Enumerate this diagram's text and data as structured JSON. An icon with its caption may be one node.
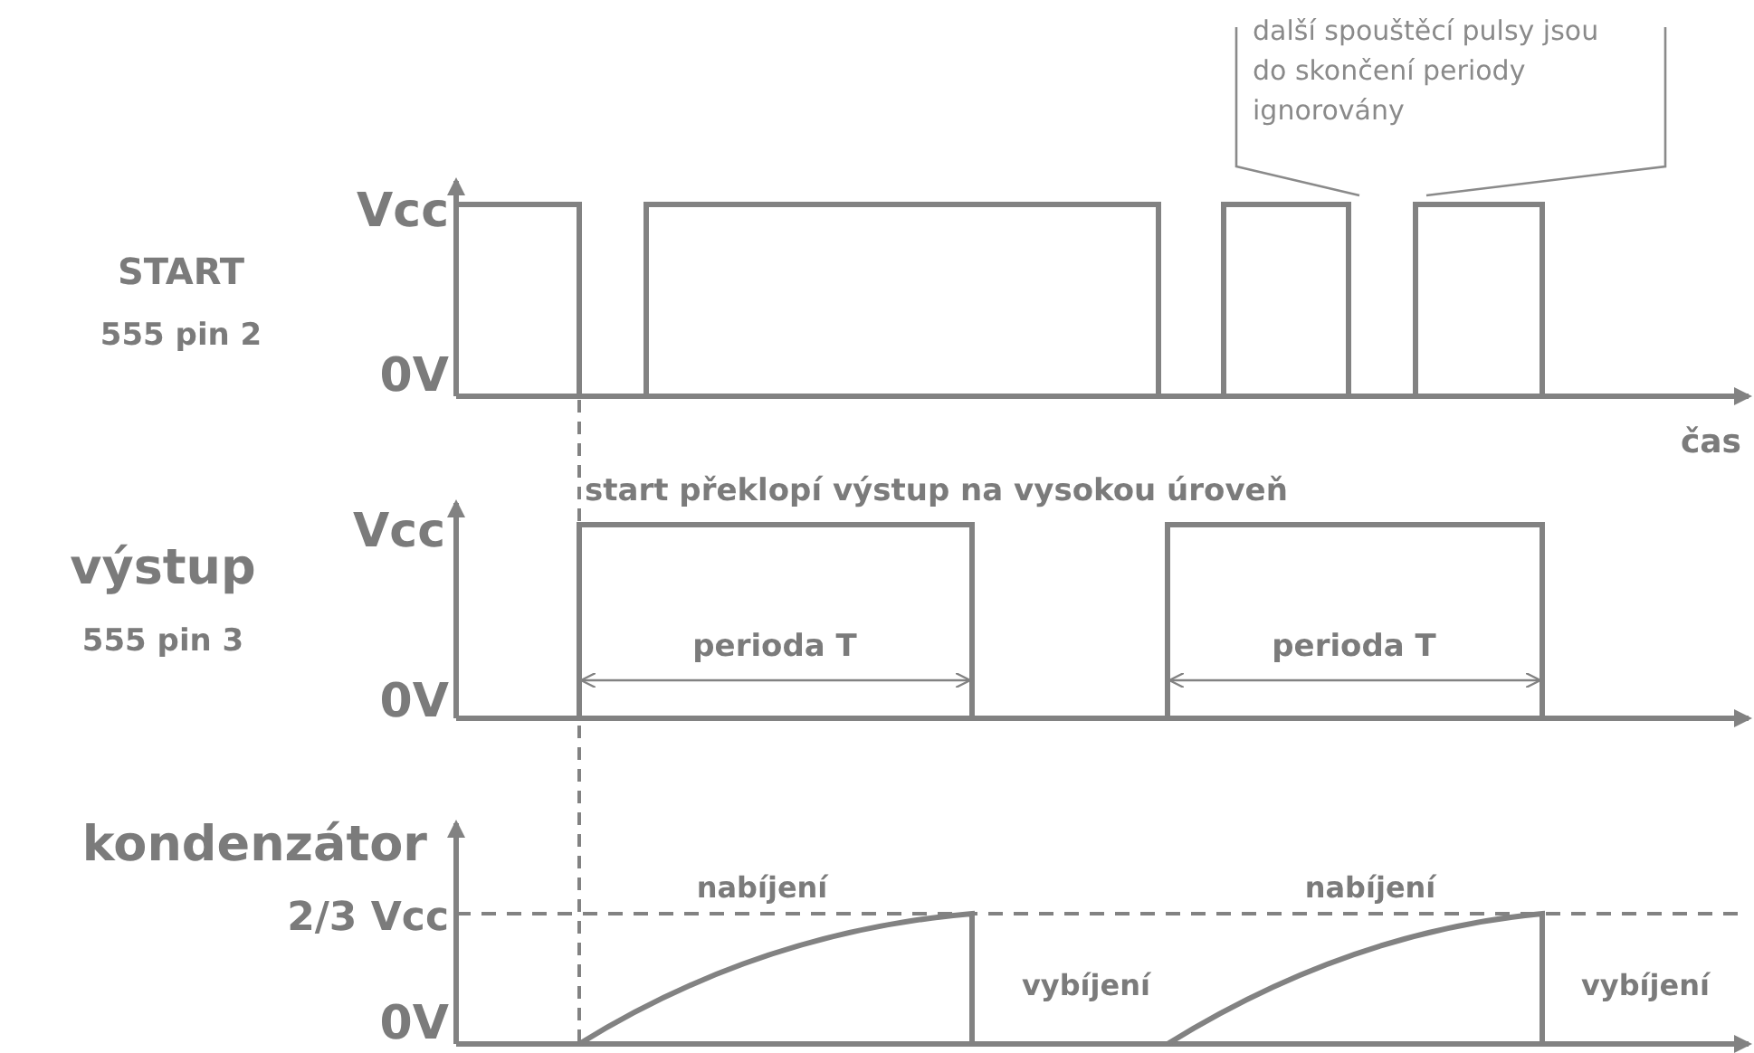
{
  "diagram": {
    "nodes": [
      {
        "text": [
          "další spouštěcí pulsy jsou do skončení periody ignorovány"
        ]
      },
      {
        "text": [],
        "shape": "bar"
      },
      {
        "text": [],
        "shape": "bar"
      }
    ],
    "edges": [
      {
        "from": 0,
        "to": 1,
        "arrow": "none"
      },
      {
        "from": 0,
        "to": 2,
        "arrow": "none"
      }
    ],
    "labels": [
      "Vcc",
      "START",
      "555 pin 2",
      "0V",
      "čas",
      "start překlopí výstup na vysokou úroveň",
      "výstup",
      "Vcc",
      "555 pin 3",
      "perioda T",
      "perioda T",
      "0V",
      "kondenzátor",
      "2/3 Vcc",
      "nabíjení",
      "nabíjení",
      "vybíjení",
      "vybíjení",
      "0V"
    ]
  }
}
